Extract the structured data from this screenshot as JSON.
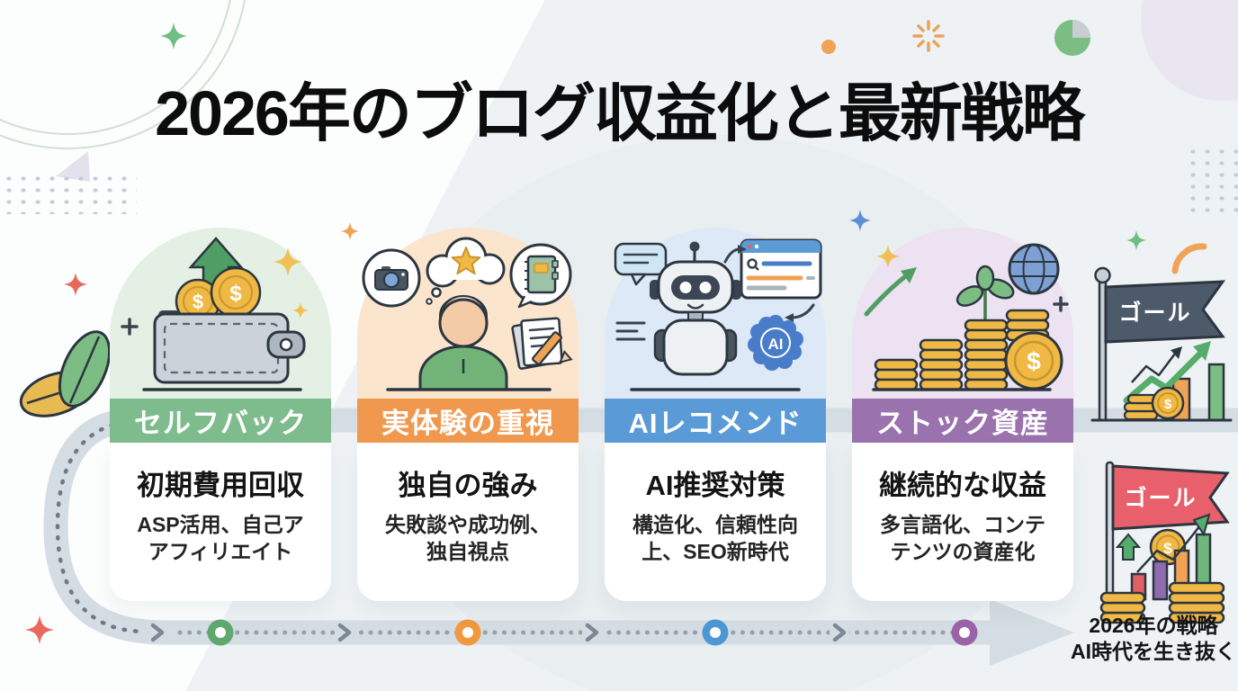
{
  "title": "2026年のブログ収益化と最新戦略",
  "columns": [
    {
      "badge": "セルフバック",
      "heading": "初期費用回収",
      "sub": [
        "ASP活用、自己ア",
        "アフィリエイト"
      ],
      "badge_color": "#7fbc8d",
      "tint_color": "#e4f0e4",
      "icon": "wallet-with-coins-and-up-arrow"
    },
    {
      "badge": "実体験の重視",
      "heading": "独自の強み",
      "sub": [
        "失敗談や成功例、",
        "独自視点"
      ],
      "badge_color": "#f0984e",
      "tint_color": "#fce5cd",
      "icon": "person-with-thought-bubbles"
    },
    {
      "badge": "AIレコメンド",
      "heading": "AI推奨対策",
      "sub": [
        "構造化、信頼性向",
        "上、SEO新時代"
      ],
      "badge_color": "#5a9bd7",
      "tint_color": "#dde9f6",
      "icon": "ai-robot-with-browser",
      "robot_badge": "AI"
    },
    {
      "badge": "ストック資産",
      "heading": "継続的な収益",
      "sub": [
        "多言語化、コンテ",
        "テンツの資産化"
      ],
      "badge_color": "#9a72ae",
      "tint_color": "#ece2f2",
      "icon": "coin-stacks-plant-globe"
    }
  ],
  "goals": {
    "top_flag": "ゴール",
    "bottom_flag": "ゴール",
    "caption": [
      "2026年の戦略",
      "AI時代を生き抜く"
    ]
  },
  "symbols": {
    "dollar": "$"
  },
  "timeline": {
    "band_color": "#d5dde4",
    "dot_color": "#97a1ab",
    "chevron_color": "#7c8894",
    "step_colors": [
      "#5fa96e",
      "#f0993f",
      "#4d97d4",
      "#9a63a8"
    ]
  },
  "palette": {
    "background": "#eef2f4",
    "card": "#ffffff",
    "title_text": "#0c0c0c",
    "goal_flag_top": "#4d5a6a",
    "goal_flag_bottom": "#e8606c",
    "gold": "#f0b844",
    "green": "#57ab6b"
  }
}
